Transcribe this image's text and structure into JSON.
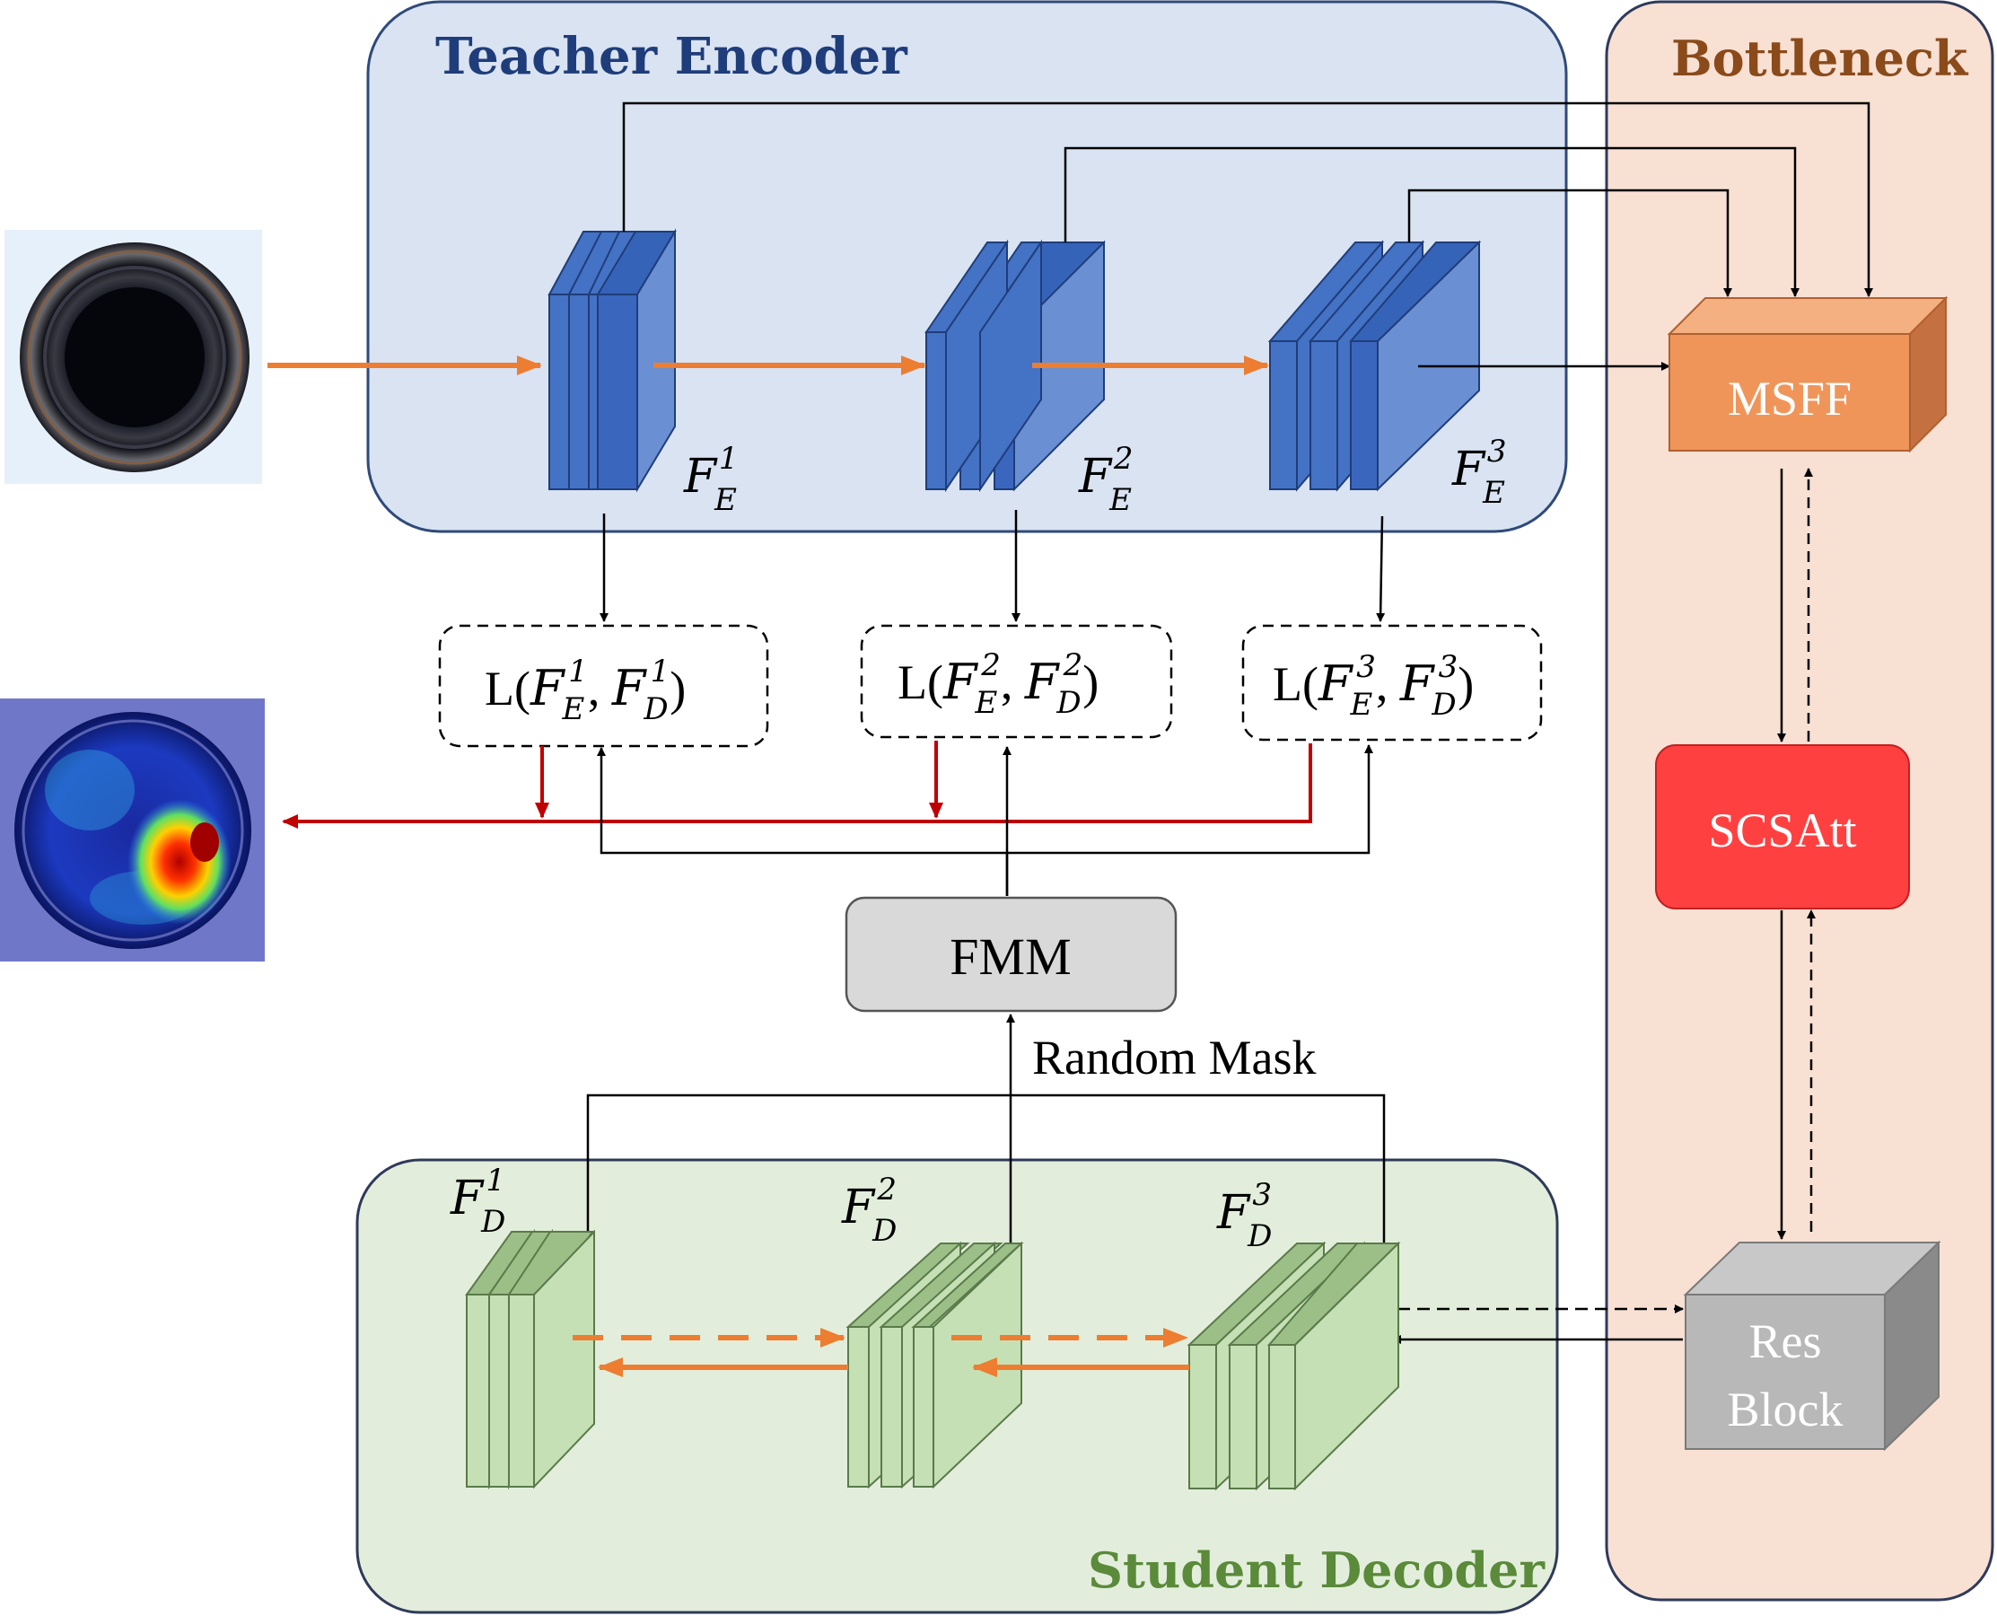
{
  "regions": {
    "teacher_encoder": "Teacher Encoder",
    "bottleneck": "Bottleneck",
    "student_decoder": "Student Decoder"
  },
  "encoder_features": [
    {
      "base": "F",
      "sub": "E",
      "sup": "1"
    },
    {
      "base": "F",
      "sub": "E",
      "sup": "2"
    },
    {
      "base": "F",
      "sub": "E",
      "sup": "3"
    }
  ],
  "decoder_features": [
    {
      "base": "F",
      "sub": "D",
      "sup": "1"
    },
    {
      "base": "F",
      "sub": "D",
      "sup": "2"
    },
    {
      "base": "F",
      "sub": "D",
      "sup": "3"
    }
  ],
  "losses": [
    {
      "prefix": "L(",
      "a": "F",
      "a_sub": "E",
      "a_sup": "1",
      "sep": ", ",
      "b": "F",
      "b_sub": "D",
      "b_sup": "1",
      "suffix": ")"
    },
    {
      "prefix": "L(",
      "a": "F",
      "a_sub": "E",
      "a_sup": "2",
      "sep": ", ",
      "b": "F",
      "b_sub": "D",
      "b_sup": "2",
      "suffix": ")"
    },
    {
      "prefix": "L(",
      "a": "F",
      "a_sub": "E",
      "a_sup": "3",
      "sep": ", ",
      "b": "F",
      "b_sub": "D",
      "b_sup": "3",
      "suffix": ")"
    }
  ],
  "modules": {
    "fmm": "FMM",
    "msff": "MSFF",
    "scsatt": "SCSAtt",
    "res_block_line1": "Res",
    "res_block_line2": "Block"
  },
  "annotations": {
    "random_mask": "Random Mask"
  },
  "colors": {
    "encoder_bg": "#d9e3f2",
    "bottleneck_bg": "#f8e0d3",
    "decoder_bg": "#e2eedb",
    "encoder_layer": "#4472c4",
    "decoder_layer": "#c5e0b4",
    "msff": "#f0955a",
    "scsatt": "#ff4040",
    "res_block": "#b8b8b8",
    "orange_arrow": "#ed7d31",
    "red_arrow": "#c00000"
  }
}
